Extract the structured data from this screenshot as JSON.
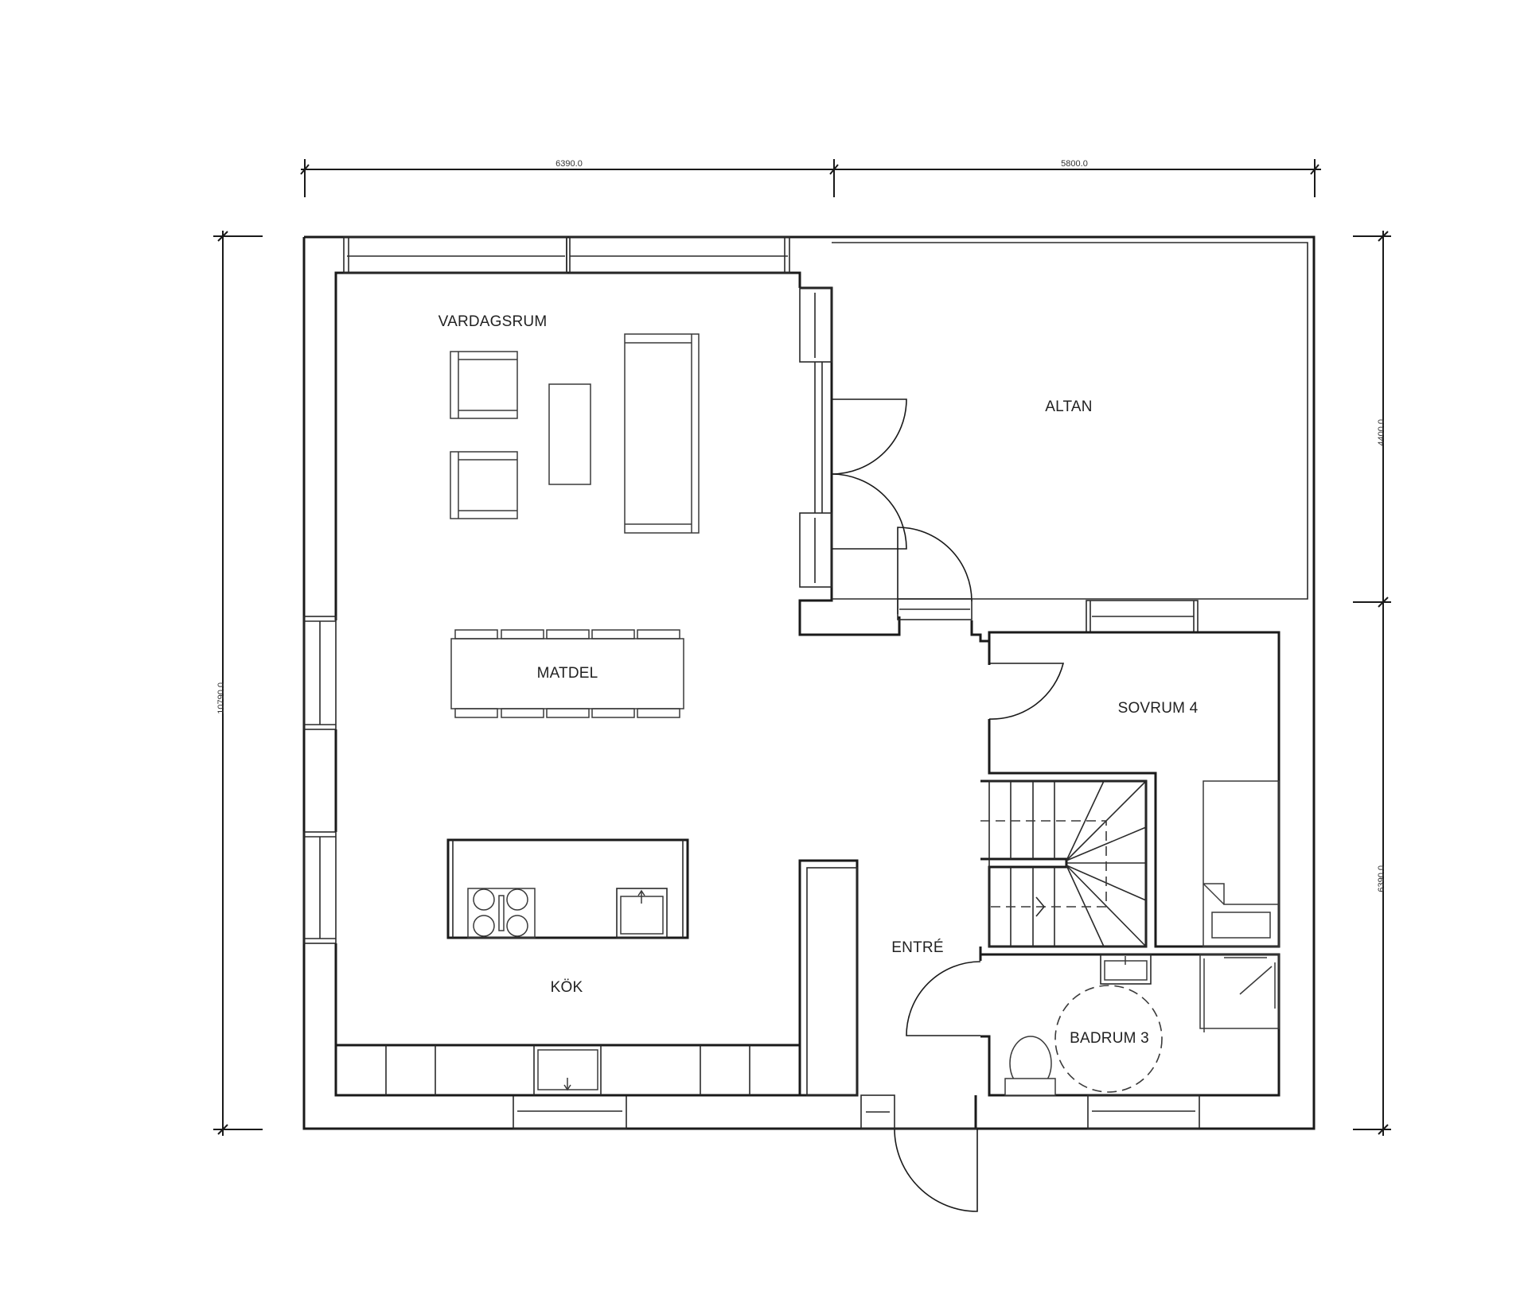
{
  "plan": {
    "title": "Floor plan",
    "colors": {
      "line": "#1a1a1a",
      "background": "#ffffff",
      "text": "#222222"
    }
  },
  "dimensions": {
    "top_left": "6390.0",
    "top_right": "5800.0",
    "left_total": "10790.0",
    "right_upper": "4400.0",
    "right_lower": "6390.0"
  },
  "rooms": {
    "vardagsrum": "VARDAGSRUM",
    "matdel": "MATDEL",
    "kok": "KÖK",
    "altan": "ALTAN",
    "sovrum4": "SOVRUM 4",
    "entre": "ENTRÉ",
    "badrum3": "BADRUM 3"
  },
  "symbols": {
    "armchairs": 2,
    "coffee_table": 1,
    "sofa": 1,
    "dining_chairs_per_side": 5,
    "hob_burners": 4,
    "stair_arrow": "up-arrow"
  }
}
